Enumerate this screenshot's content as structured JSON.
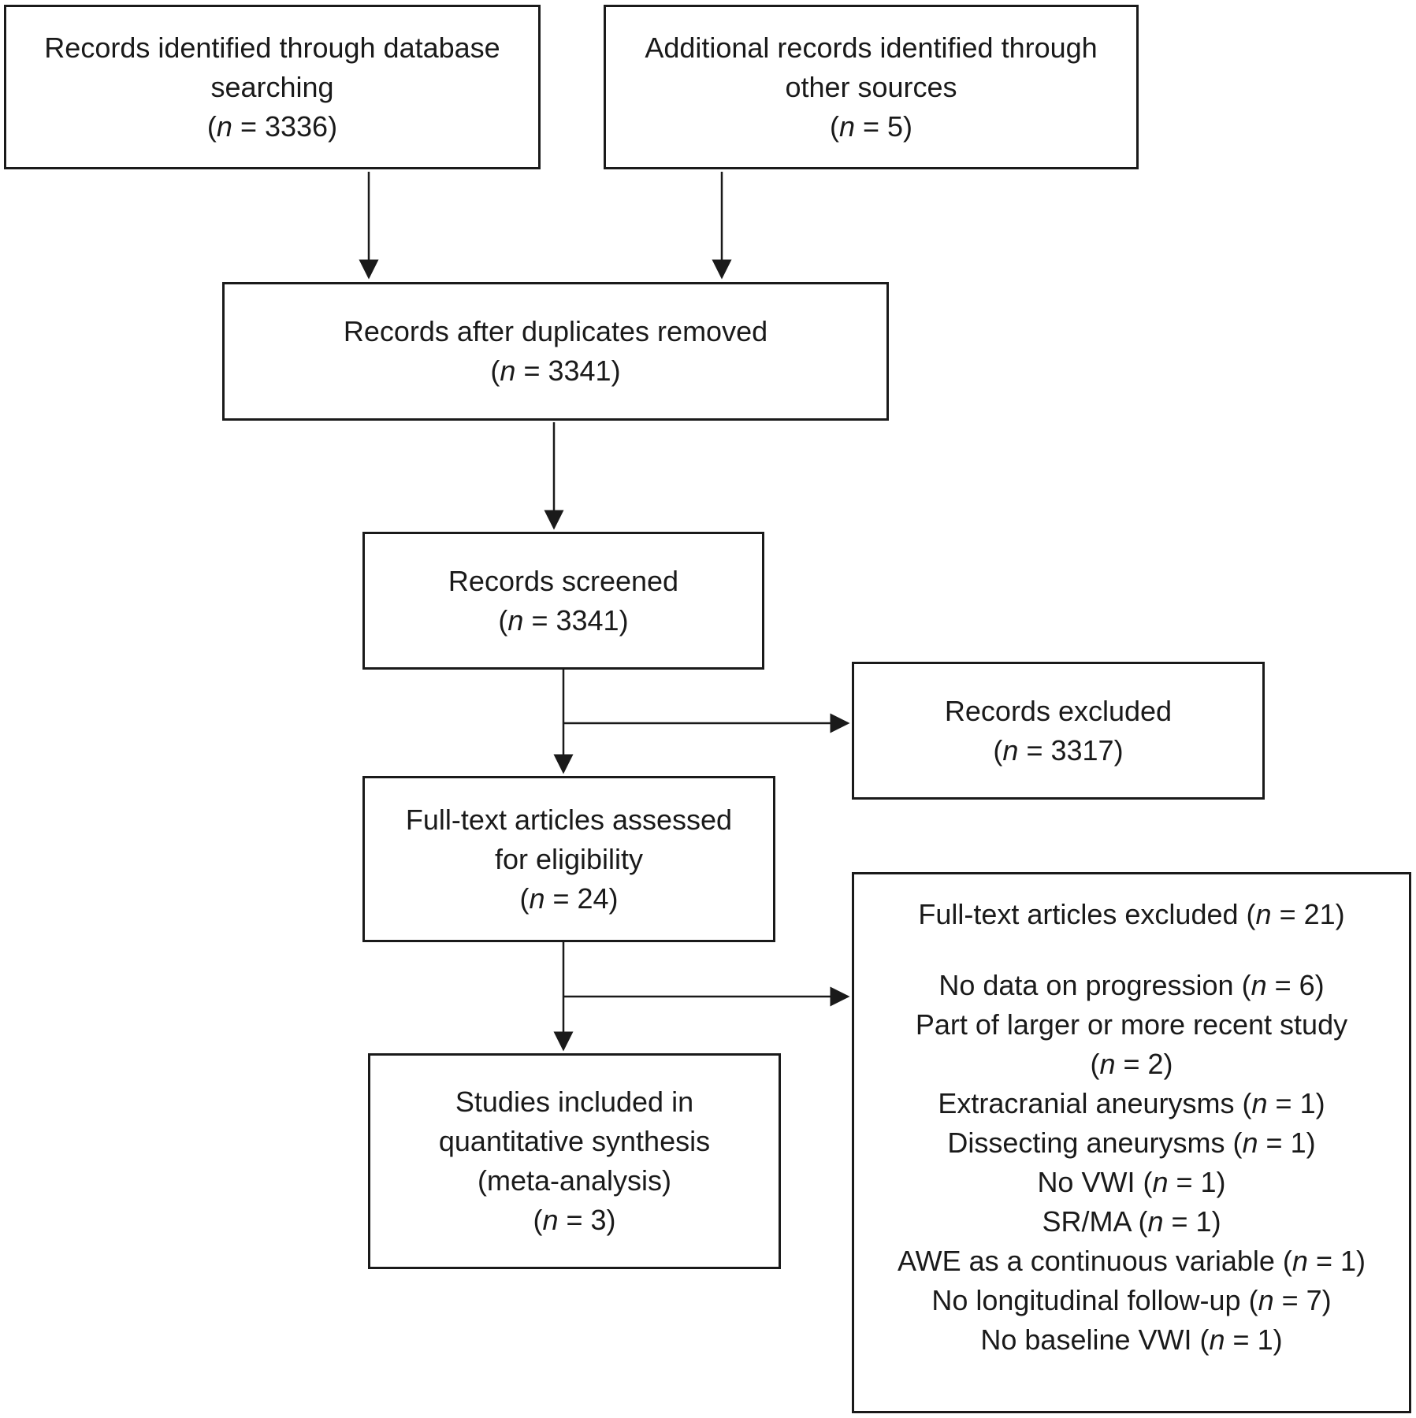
{
  "boxes": {
    "database_search": {
      "lines": [
        "Records identified through database",
        "searching"
      ],
      "count": "3336"
    },
    "other_sources": {
      "lines": [
        "Additional records identified through",
        "other sources"
      ],
      "count": "5"
    },
    "after_duplicates": {
      "lines": [
        "Records after duplicates removed"
      ],
      "count": "3341"
    },
    "screened": {
      "lines": [
        "Records screened"
      ],
      "count": "3341"
    },
    "excluded": {
      "lines": [
        "Records excluded"
      ],
      "count": "3317"
    },
    "full_text": {
      "lines": [
        "Full-text articles assessed",
        "for eligibility"
      ],
      "count": "24"
    },
    "included": {
      "lines": [
        "Studies included in",
        "quantitative synthesis",
        "(meta-analysis)"
      ],
      "count": "3"
    },
    "full_text_excluded": {
      "heading": "Full-text articles excluded",
      "heading_count": "21",
      "reasons": [
        {
          "text": "No data on progression",
          "count": "6"
        },
        {
          "text": "Part of larger or more recent study",
          "count": "2",
          "wrap": true
        },
        {
          "text": "Extracranial aneurysms",
          "count": "1"
        },
        {
          "text": "Dissecting aneurysms",
          "count": "1"
        },
        {
          "text": "No VWI",
          "count": "1"
        },
        {
          "text": "SR/MA",
          "count": "1"
        },
        {
          "text": "AWE as a continuous variable",
          "count": "1"
        },
        {
          "text": "No longitudinal follow-up",
          "count": "7"
        },
        {
          "text": "No baseline VWI",
          "count": "1"
        }
      ]
    }
  },
  "n_symbol": "n",
  "colors": {
    "stroke": "#1a1a1a",
    "background": "#ffffff"
  }
}
